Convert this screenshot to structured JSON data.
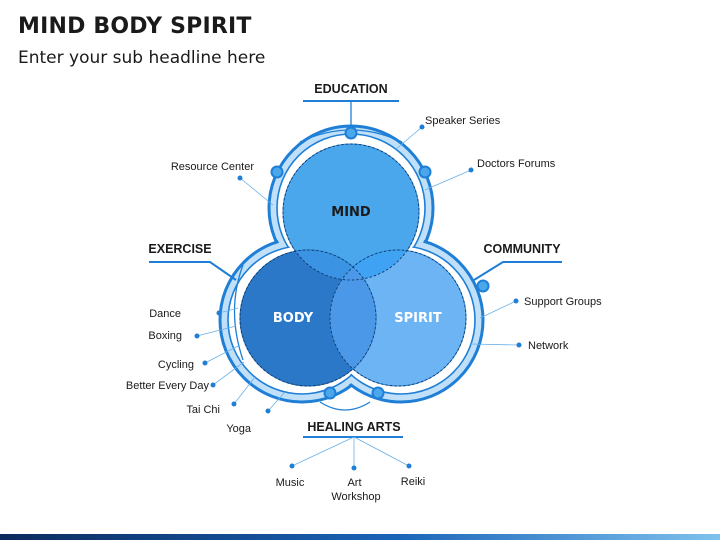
{
  "header": {
    "title": "MIND BODY SPIRIT",
    "subtitle": "Enter your sub headline here"
  },
  "colors": {
    "accent": "#1f7fd6",
    "mind": "#4aa7ec",
    "body": "#2a78c7",
    "spirit": "#6cb4f3",
    "ring_light": "#cfe8fa",
    "text": "#1a1a1a"
  },
  "circles": {
    "mind": "MIND",
    "body": "BODY",
    "spirit": "SPIRIT"
  },
  "groups": {
    "education": {
      "heading": "EDUCATION",
      "items": [
        "Speaker Series",
        "Doctors Forums",
        "Resource Center"
      ]
    },
    "exercise": {
      "heading": "EXERCISE",
      "items": [
        "Dance",
        "Boxing",
        "Cycling",
        "Better Every Day",
        "Tai Chi",
        "Yoga"
      ]
    },
    "community": {
      "heading": "COMMUNITY",
      "items": [
        "Support Groups",
        "Network"
      ]
    },
    "healing_arts": {
      "heading": "HEALING ARTS",
      "items": [
        "Music",
        "Art Workshop",
        "Reiki"
      ]
    }
  }
}
